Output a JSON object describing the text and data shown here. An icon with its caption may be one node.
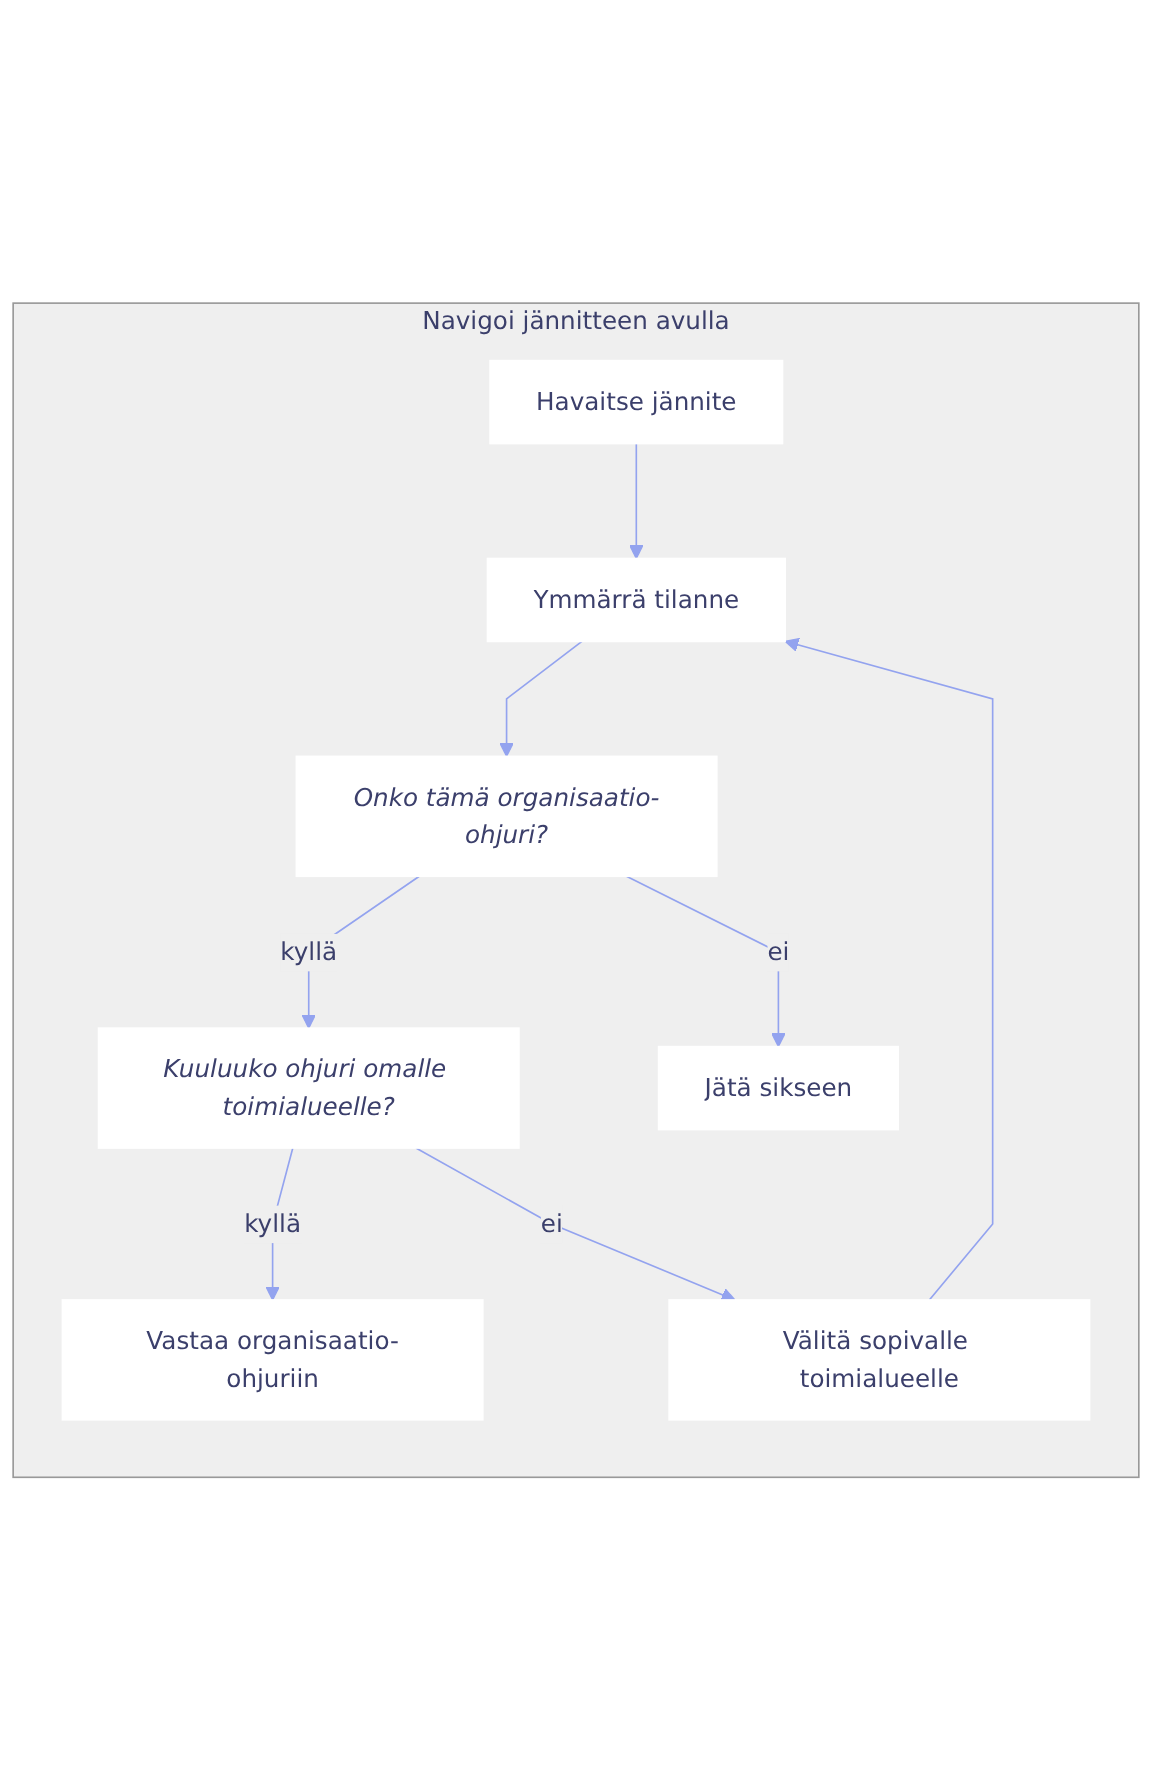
{
  "diagram": {
    "nodes": [
      {
        "text": [
          "Navigoi jännitteen avulla"
        ]
      },
      {
        "text": [
          "Havaitse jännite"
        ],
        "in": 0
      },
      {
        "text": [
          "Ymmärrä tilanne"
        ],
        "in": 0
      },
      {
        "text": [
          "Onko tämä organisaatio-ohjuri?"
        ],
        "in": 0
      },
      {
        "text": [
          "Jätä sikseen"
        ],
        "in": 0
      },
      {
        "text": [
          "Kuuluuko ohjuri omalle toimialueelle?"
        ],
        "in": 0
      },
      {
        "text": [
          "Välitä sopivalle toimialueelle"
        ],
        "in": 0
      },
      {
        "text": [
          "Vastaa organisaatio-ohjuriin"
        ],
        "in": 0
      }
    ],
    "edges": [
      {
        "from": 1,
        "to": 2,
        "arrow": "to"
      },
      {
        "from": 2,
        "to": 3,
        "arrow": "to"
      },
      {
        "from": 3,
        "to": 5,
        "arrow": "to",
        "label": "kyllä"
      },
      {
        "from": 3,
        "to": 4,
        "arrow": "to",
        "label": "ei"
      },
      {
        "from": 5,
        "to": 7,
        "arrow": "to",
        "label": "kyllä"
      },
      {
        "from": 5,
        "to": 6,
        "arrow": "to",
        "label": "ei"
      },
      {
        "from": 6,
        "to": 2,
        "arrow": "to"
      }
    ]
  }
}
